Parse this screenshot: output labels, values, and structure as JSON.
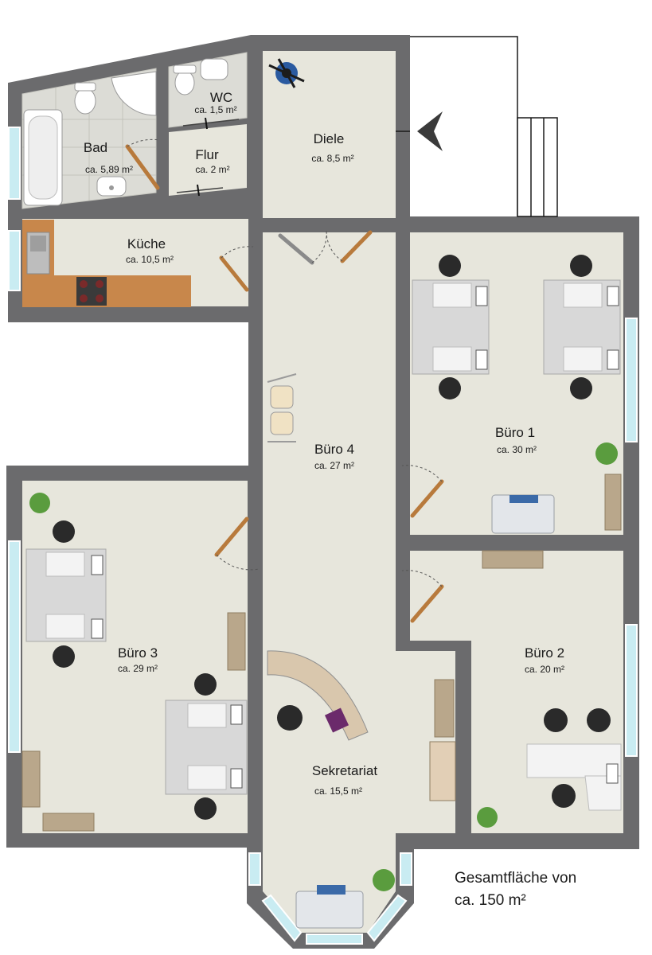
{
  "rooms": {
    "bad": {
      "name": "Bad",
      "area": "ca. 5,89 m²"
    },
    "wc": {
      "name": "WC",
      "area": "ca. 1,5 m²"
    },
    "flur": {
      "name": "Flur",
      "area": "ca. 2 m²"
    },
    "diele": {
      "name": "Diele",
      "area": "ca. 8,5 m²"
    },
    "kueche": {
      "name": "Küche",
      "area": "ca. 10,5 m²"
    },
    "buero1": {
      "name": "Büro 1",
      "area": "ca. 30 m²"
    },
    "buero4": {
      "name": "Büro 4",
      "area": "ca. 27 m²"
    },
    "buero3": {
      "name": "Büro 3",
      "area": "ca. 29 m²"
    },
    "buero2": {
      "name": "Büro 2",
      "area": "ca. 20 m²"
    },
    "sekretariat": {
      "name": "Sekretariat",
      "area": "ca. 15,5 m²"
    }
  },
  "total": {
    "line1": "Gesamtfläche von",
    "line2": "ca. 150 m²"
  },
  "colors": {
    "wall": "#6b6b6d",
    "floor": "#e7e6dc",
    "door": "#b87a3c",
    "window": "#c9ecf2"
  }
}
